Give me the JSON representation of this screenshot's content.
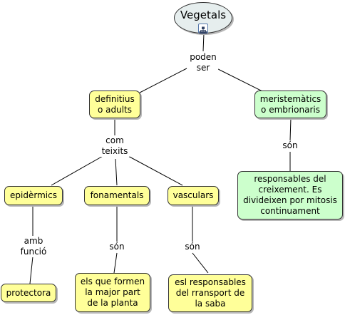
{
  "root": {
    "title": "Vegetals",
    "icon": "hierarchy-icon"
  },
  "links": {
    "root_link": "poden\nser",
    "definitius_link": "com\nteixits",
    "meristematics_link": "són",
    "epidermics_link": "amb\nfunció",
    "fonamentals_link": "són",
    "vasculars_link": "són"
  },
  "nodes": {
    "definitius": "definitius\no adults",
    "meristematics": "meristemàtics\no embrionaris",
    "meristematics_desc": "responsables del\ncreixement. Es\ndivideixen por mitosis\ncontinuament",
    "epidermics": "epidèrmics",
    "fonamentals": "fonamentals",
    "vasculars": "vasculars",
    "protectora": "protectora",
    "fonamentals_desc": "els que formen\nla major part\nde la planta",
    "vasculars_desc": "esl responsables\ndel rransport de\nla saba"
  },
  "colors": {
    "yellow": "#ffff99",
    "green": "#ccffcc",
    "root": "#e6eeee",
    "line": "#000000"
  }
}
